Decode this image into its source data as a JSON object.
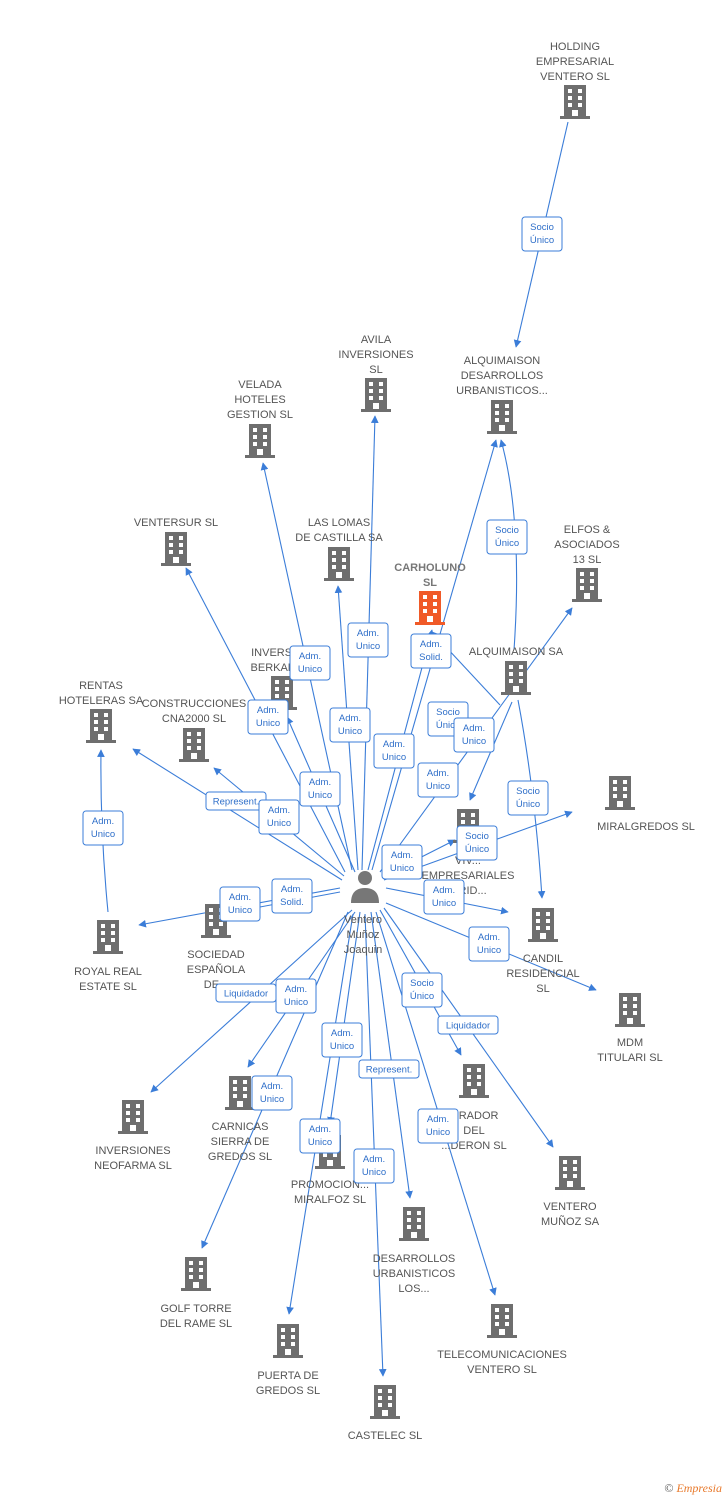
{
  "colors": {
    "edge": "#3b7dd8",
    "building": "#6e6e6e",
    "focus": "#f05a28",
    "person": "#777777"
  },
  "center": {
    "label": [
      "Ventero",
      "Muñoz",
      "Joaquin"
    ],
    "icon": "person-icon"
  },
  "credit": {
    "symbol": "©",
    "brand": "Empresia"
  },
  "nodes": [
    {
      "id": "holding",
      "label": [
        "HOLDING",
        "EMPRESARIAL",
        "VENTERO  SL"
      ]
    },
    {
      "id": "alq_des",
      "label": [
        "ALQUIMAISON",
        "DESARROLLOS",
        "URBANISTICOS..."
      ]
    },
    {
      "id": "avila",
      "label": [
        "AVILA",
        "INVERSIONES",
        "SL"
      ]
    },
    {
      "id": "velada",
      "label": [
        "VELADA",
        "HOTELES",
        "GESTION SL"
      ]
    },
    {
      "id": "ventersur",
      "label": [
        "VENTERSUR SL"
      ]
    },
    {
      "id": "lomas",
      "label": [
        "LAS LOMAS",
        "DE CASTILLA SA"
      ]
    },
    {
      "id": "carholuno",
      "label": [
        "CARHOLUNO",
        "SL"
      ],
      "focus": true
    },
    {
      "id": "elfos",
      "label": [
        "ELFOS &",
        "ASOCIADOS",
        "13  SL"
      ]
    },
    {
      "id": "alqsa",
      "label": [
        "ALQUIMAISON SA"
      ]
    },
    {
      "id": "berkano",
      "label": [
        "INVERSIO...",
        "BERKANO..."
      ]
    },
    {
      "id": "rentas",
      "label": [
        "RENTAS",
        "HOTELERAS SA"
      ]
    },
    {
      "id": "cna",
      "label": [
        "CONSTRUCCIONES",
        "CNA2000 SL"
      ]
    },
    {
      "id": "miralgredos",
      "label": [
        "MIRALGREDOS SL"
      ]
    },
    {
      "id": "viv",
      "label": [
        "VIV...",
        "EMPRESARIALES",
        "...RID..."
      ]
    },
    {
      "id": "candil",
      "label": [
        "CANDIL",
        "RESIDENCIAL",
        "SL"
      ]
    },
    {
      "id": "royal",
      "label": [
        "ROYAL REAL",
        "ESTATE  SL"
      ]
    },
    {
      "id": "sociedad",
      "label": [
        "SOCIEDAD",
        "ESPAÑOLA",
        "DE..."
      ]
    },
    {
      "id": "mdm",
      "label": [
        "MDM",
        "TITULARI SL"
      ]
    },
    {
      "id": "neofarma",
      "label": [
        "INVERSIONES",
        "NEOFARMA SL"
      ]
    },
    {
      "id": "carnicas",
      "label": [
        "CARNICAS",
        "SIERRA DE",
        "GREDOS SL"
      ]
    },
    {
      "id": "mirador",
      "label": [
        "...RADOR",
        "DEL",
        "...DERON SL"
      ]
    },
    {
      "id": "ventero_sa",
      "label": [
        "VENTERO",
        "MUÑOZ SA"
      ]
    },
    {
      "id": "miralfoz",
      "label": [
        "PROMOCION...",
        "MIRALFOZ SL"
      ]
    },
    {
      "id": "desarrollos",
      "label": [
        "DESARROLLOS",
        "URBANISTICOS",
        "LOS..."
      ]
    },
    {
      "id": "golf",
      "label": [
        "GOLF TORRE",
        "DEL RAME SL"
      ]
    },
    {
      "id": "telecom",
      "label": [
        "TELECOMUNICACIONES",
        "VENTERO SL"
      ]
    },
    {
      "id": "puerta",
      "label": [
        "PUERTA DE",
        "GREDOS SL"
      ]
    },
    {
      "id": "castelec",
      "label": [
        "CASTELEC SL"
      ]
    }
  ],
  "relations": [
    {
      "id": "r_holding_alqdes",
      "label": [
        "Socio",
        "Único"
      ]
    },
    {
      "id": "r_alqsa_alqdes",
      "label": [
        "Socio",
        "Único"
      ]
    },
    {
      "id": "r_velada",
      "label": [
        "Adm.",
        "Unico"
      ]
    },
    {
      "id": "r_avila",
      "label": [
        "Adm.",
        "Unico"
      ]
    },
    {
      "id": "r_carholuno",
      "label": [
        "Adm.",
        "Solid."
      ]
    },
    {
      "id": "r_ventersur",
      "label": [
        "Adm.",
        "Unico"
      ]
    },
    {
      "id": "r_lomas",
      "label": [
        "Adm.",
        "Unico"
      ]
    },
    {
      "id": "r_alqdes",
      "label": [
        "Adm.",
        "Unico"
      ]
    },
    {
      "id": "r_berkano",
      "label": [
        "Adm.",
        "Unico"
      ]
    },
    {
      "id": "r_alqsa_socio",
      "label": [
        "Socio",
        "Único"
      ]
    },
    {
      "id": "r_elfos",
      "label": [
        "Adm.",
        "Unico"
      ]
    },
    {
      "id": "r_alqsa_adm",
      "label": [
        "Adm.",
        "Unico"
      ]
    },
    {
      "id": "r_rentas",
      "label": [
        "Represent."
      ]
    },
    {
      "id": "r_cna",
      "label": [
        "Adm.",
        "Unico"
      ]
    },
    {
      "id": "r_alqsa_candil",
      "label": [
        "Socio",
        "Único"
      ]
    },
    {
      "id": "r_miralgredos",
      "label": [
        "Socio",
        "Único"
      ]
    },
    {
      "id": "r_viv",
      "label": [
        "Adm.",
        "Unico"
      ]
    },
    {
      "id": "r_royal_rentas",
      "label": [
        "Adm.",
        "Unico"
      ]
    },
    {
      "id": "r_royal",
      "label": [
        "Adm.",
        "Solid."
      ]
    },
    {
      "id": "r_sociedad",
      "label": [
        "Adm.",
        "Unico"
      ]
    },
    {
      "id": "r_candil",
      "label": [
        "Adm.",
        "Unico"
      ]
    },
    {
      "id": "r_mdm",
      "label": [
        "Adm.",
        "Unico"
      ]
    },
    {
      "id": "r_neofarma",
      "label": [
        "Liquidador"
      ]
    },
    {
      "id": "r_carnicas",
      "label": [
        "Adm.",
        "Unico"
      ]
    },
    {
      "id": "r_mirador_socio",
      "label": [
        "Socio",
        "Único"
      ]
    },
    {
      "id": "r_ventero_sa",
      "label": [
        "Liquidador"
      ]
    },
    {
      "id": "r_miralfoz",
      "label": [
        "Adm.",
        "Unico"
      ]
    },
    {
      "id": "r_desarrollos",
      "label": [
        "Represent."
      ]
    },
    {
      "id": "r_golf",
      "label": [
        "Adm.",
        "Unico"
      ]
    },
    {
      "id": "r_puerta",
      "label": [
        "Adm.",
        "Unico"
      ]
    },
    {
      "id": "r_telecom",
      "label": [
        "Adm.",
        "Unico"
      ]
    },
    {
      "id": "r_castelec",
      "label": [
        "Adm.",
        "Unico"
      ]
    }
  ]
}
